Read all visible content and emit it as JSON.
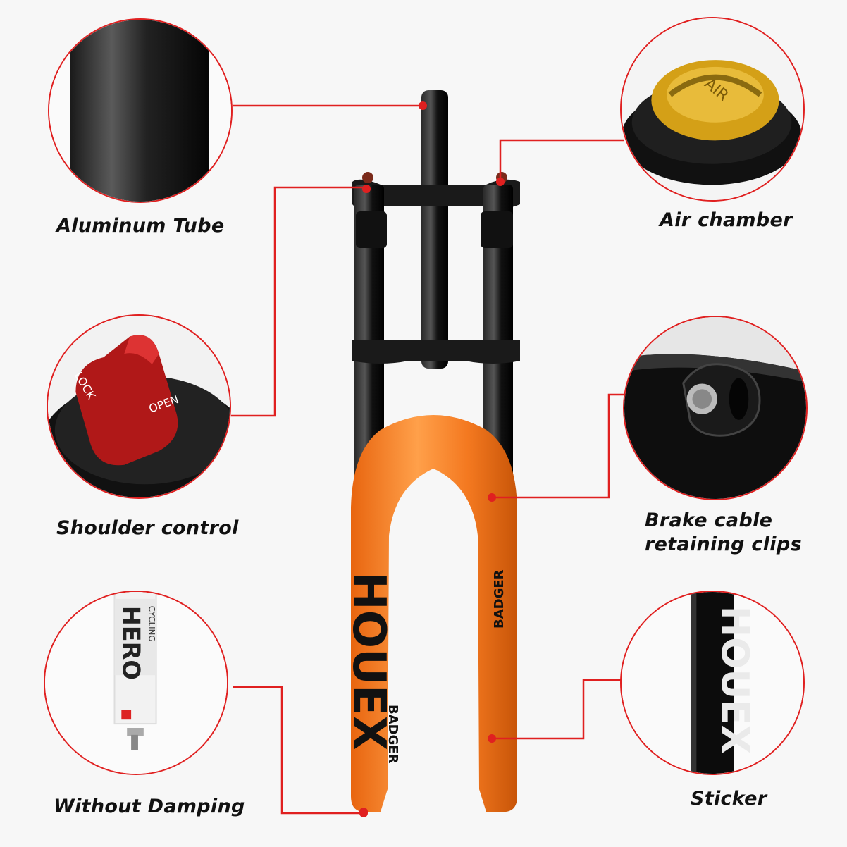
{
  "callouts": {
    "aluminum_tube": {
      "label": "Aluminum Tube"
    },
    "air_chamber": {
      "label": "Air chamber",
      "cap_text": "AIR"
    },
    "shoulder_control": {
      "label": "Shoulder control",
      "lock_text": "LOCK",
      "open_text": "OPEN"
    },
    "brake_clips": {
      "label_line1": "Brake cable",
      "label_line2": "retaining clips"
    },
    "without_damping": {
      "label": "Without Damping",
      "sticker_small": "CYCLING",
      "sticker_big": "HERO"
    },
    "sticker": {
      "label": "Sticker",
      "sticker_text": "HOUEX"
    }
  },
  "fork": {
    "brand_text": "HOUEX",
    "model_text": "BADGER"
  },
  "colors": {
    "leader_line": "#e02020",
    "fork_lower": "#f47920",
    "fork_upper": "#111111",
    "air_cap": "#d4a017",
    "lock_dial": "#b01818"
  }
}
